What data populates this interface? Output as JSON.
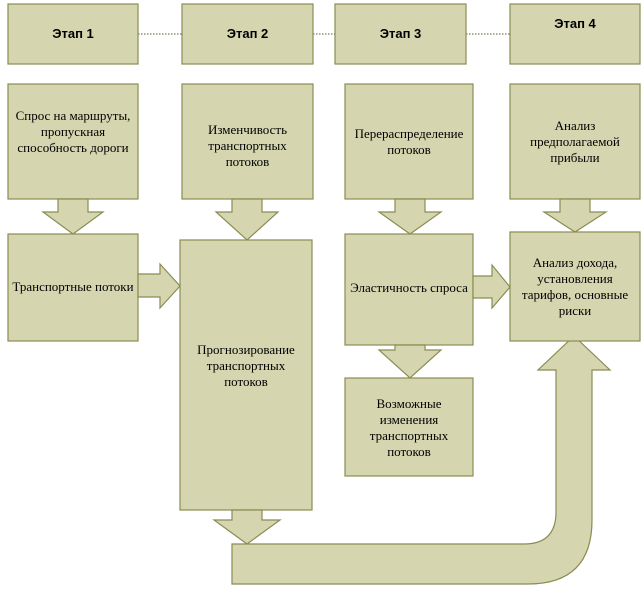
{
  "stages": [
    {
      "label": "Этап 1"
    },
    {
      "label": "Этап 2"
    },
    {
      "label": "Этап 3"
    },
    {
      "label": "Этап 4"
    }
  ],
  "boxes": {
    "demand": "Спрос на маршруты, пропускная способность дороги",
    "flows": "Транспортные потоки",
    "variability": "Изменчивость транспортных потоков",
    "forecasting": "Прогнозирование транспортных потоков",
    "redistribution": "Перераспределение потоков",
    "elasticity": "Эластичность спроса",
    "possible_changes": "Возможные изменения транспортных потоков",
    "profit_analysis": "Анализ предполагаемой прибыли",
    "income_analysis": "Анализ дохода, установления тарифов, основные риски"
  }
}
